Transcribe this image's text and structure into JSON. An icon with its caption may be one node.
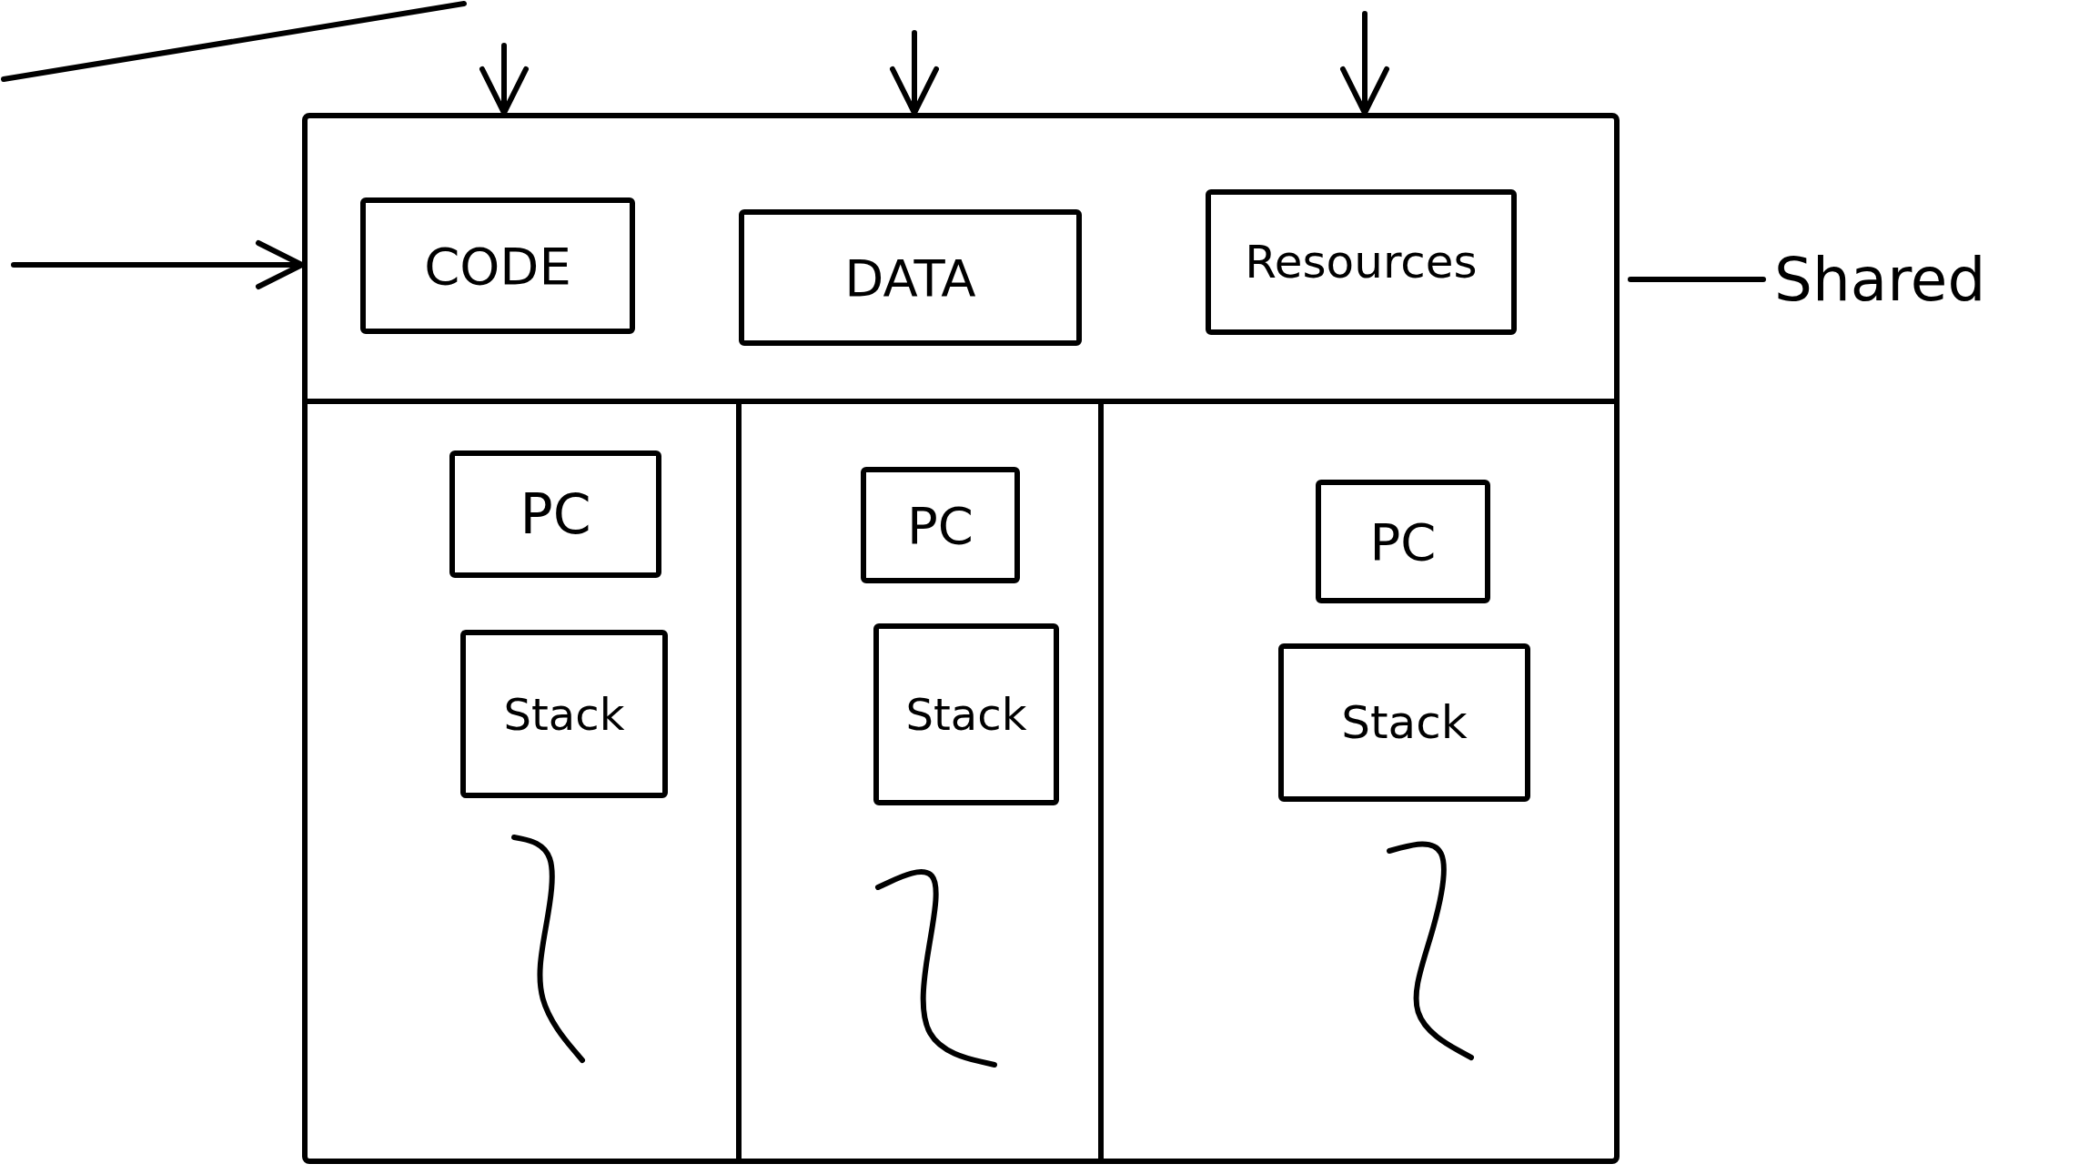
{
  "diagram": {
    "nodes": [
      {
        "text": [],
        "shape": "box"
      },
      {
        "text": [],
        "shape": "box",
        "in": 0
      },
      {
        "text": [
          "CODE"
        ],
        "in": 1
      },
      {
        "text": [
          "DATA"
        ],
        "in": 1
      },
      {
        "text": [
          "Resources"
        ],
        "in": 1
      },
      {
        "text": [],
        "shape": "box",
        "in": 0
      },
      {
        "text": [],
        "shape": "box",
        "in": 0
      },
      {
        "text": [],
        "shape": "box",
        "in": 0
      },
      {
        "text": [
          "PC"
        ],
        "in": 5
      },
      {
        "text": [
          "Stack"
        ],
        "in": 5
      },
      {
        "text": [
          "PC"
        ],
        "in": 6
      },
      {
        "text": [
          "Stack"
        ],
        "in": 6
      },
      {
        "text": [
          "PC"
        ],
        "in": 7
      },
      {
        "text": [
          "Stack"
        ],
        "in": 7
      },
      {
        "text": [
          "Shared"
        ]
      }
    ],
    "edges": [
      {
        "from": null,
        "to": 0,
        "arrow": "to"
      },
      {
        "from": null,
        "to": 0,
        "arrow": "to"
      },
      {
        "from": null,
        "to": 0,
        "arrow": "to"
      },
      {
        "from": null,
        "to": 0,
        "arrow": "to"
      },
      {
        "from": 14,
        "to": 1,
        "arrow": "none"
      }
    ]
  }
}
